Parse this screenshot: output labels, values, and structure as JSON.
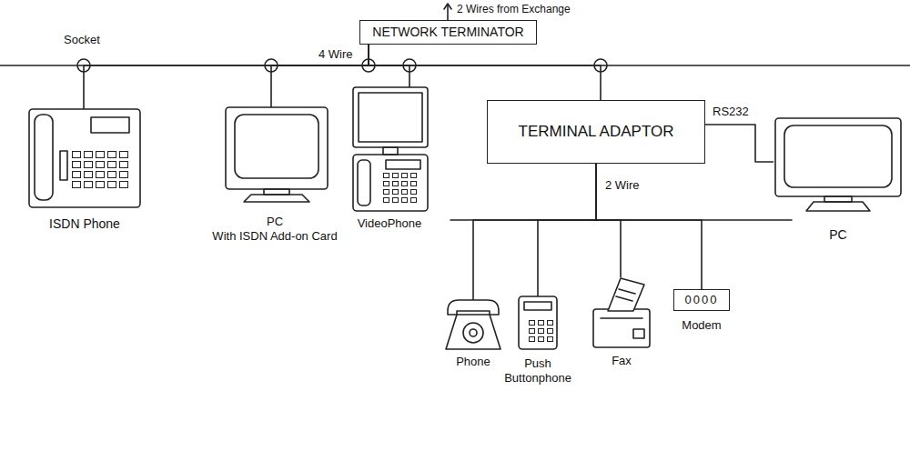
{
  "diagram": {
    "nodes": [
      {
        "text": [
          "NETWORK TERMINATOR"
        ]
      },
      {
        "text": [
          "ISDN Phone"
        ]
      },
      {
        "text": [
          "PC",
          "With ISDN Add-on Card"
        ]
      },
      {
        "text": [
          "VideoPhone"
        ]
      },
      {
        "text": [
          "TERMINAL ADAPTOR"
        ]
      },
      {
        "text": [
          "PC"
        ]
      },
      {
        "text": [
          "Phone"
        ]
      },
      {
        "text": [
          "Push Buttonphone"
        ]
      },
      {
        "text": [
          "Fax"
        ]
      },
      {
        "text": [
          "0000",
          "Modem"
        ]
      }
    ],
    "edges": [
      {
        "from": 0,
        "to": 1,
        "arrow": "none"
      },
      {
        "from": 0,
        "to": 2,
        "arrow": "none"
      },
      {
        "from": 0,
        "to": 3,
        "arrow": "none"
      },
      {
        "from": 0,
        "to": 4,
        "arrow": "none"
      },
      {
        "from": 4,
        "to": 5,
        "label": "RS232",
        "arrow": "none"
      },
      {
        "from": 4,
        "to": 6,
        "arrow": "none"
      },
      {
        "from": 4,
        "to": 7,
        "arrow": "none"
      },
      {
        "from": 4,
        "to": 8,
        "arrow": "none"
      },
      {
        "from": 4,
        "to": 9,
        "arrow": "none"
      }
    ],
    "labels": [
      "2 Wires from Exchange",
      "4 Wire",
      "Socket",
      "2 Wire"
    ]
  }
}
